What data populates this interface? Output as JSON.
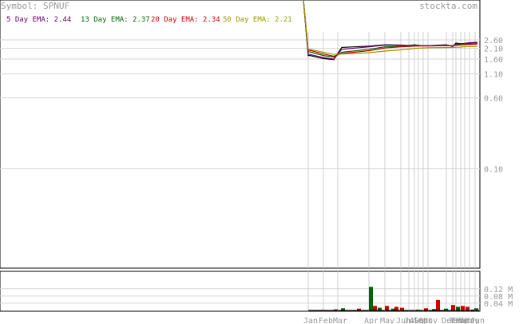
{
  "header": {
    "symbol_label": "Symbol: SPNUF",
    "site": "stockta.com"
  },
  "legend": [
    {
      "label": "5 Day EMA: 2.44",
      "color": "#660066"
    },
    {
      "label": "13 Day EMA: 2.37",
      "color": "#006600"
    },
    {
      "label": "20 Day EMA: 2.34",
      "color": "#cc0000"
    },
    {
      "label": "50 Day EMA: 2.21",
      "color": "#999900"
    }
  ],
  "chart_data": [
    {
      "type": "line",
      "title": "Symbol: SPNUF",
      "y_scale": "log",
      "y_ticks": [
        2.6,
        2.1,
        1.6,
        1.1,
        0.6,
        0.1
      ],
      "y_tick_labels": [
        "2.60",
        "2.10",
        "1.60",
        "1.10",
        "0.60",
        "0.10"
      ],
      "x_tick_labels": [
        "Jan",
        "Feb",
        "Mar",
        "Apr",
        "May",
        "Jun",
        "Jul",
        "Aug",
        "Sep",
        "Oct",
        "Nov",
        "Dec",
        "Jan",
        "Feb",
        "Mar",
        "Apr",
        "May",
        "Jun"
      ],
      "x": [
        "Jan",
        "Feb",
        "Mar",
        "Mar",
        "Apr",
        "May",
        "Jun",
        "Jul",
        "Aug",
        "Sep",
        "Oct",
        "Nov",
        "Dec",
        "Jan",
        "Feb",
        "Mar",
        "Apr",
        "May",
        "Jun"
      ],
      "series": [
        {
          "name": "Price",
          "color": "#000000",
          "values": [
            1.75,
            1.62,
            1.58,
            2.15,
            2.22,
            2.3,
            2.28,
            2.25,
            2.3,
            2.26,
            2.24,
            2.25,
            2.3,
            2.2,
            2.4,
            2.36,
            2.38,
            2.42,
            2.44
          ]
        },
        {
          "name": "5 Day EMA",
          "color": "#660066",
          "values": [
            1.8,
            1.66,
            1.6,
            2.05,
            2.18,
            2.28,
            2.27,
            2.26,
            2.28,
            2.26,
            2.25,
            2.25,
            2.28,
            2.23,
            2.34,
            2.35,
            2.37,
            2.4,
            2.44
          ]
        },
        {
          "name": "13 Day EMA",
          "color": "#006600",
          "values": [
            1.92,
            1.75,
            1.68,
            1.9,
            2.05,
            2.18,
            2.22,
            2.23,
            2.25,
            2.25,
            2.24,
            2.24,
            2.26,
            2.24,
            2.29,
            2.31,
            2.33,
            2.35,
            2.37
          ]
        },
        {
          "name": "20 Day EMA",
          "color": "#cc0000",
          "values": [
            2.0,
            1.82,
            1.72,
            1.84,
            1.98,
            2.12,
            2.18,
            2.2,
            2.22,
            2.23,
            2.23,
            2.23,
            2.25,
            2.24,
            2.27,
            2.29,
            2.31,
            2.32,
            2.34
          ]
        },
        {
          "name": "50 Day EMA",
          "color": "#999900",
          "values": [
            2.05,
            1.9,
            1.8,
            1.82,
            1.88,
            1.96,
            2.02,
            2.06,
            2.09,
            2.11,
            2.12,
            2.13,
            2.14,
            2.15,
            2.16,
            2.17,
            2.19,
            2.2,
            2.21
          ]
        }
      ]
    },
    {
      "type": "bar",
      "y_ticks": [
        0.12,
        0.08,
        0.04
      ],
      "y_tick_labels": [
        "0.12 M",
        "0.08 M",
        "0.04 M"
      ],
      "bars": [
        {
          "x": "Feb",
          "value": 0.003,
          "color": "#cc0000"
        },
        {
          "x": "Mar",
          "value": 0.006,
          "color": "#cc0000"
        },
        {
          "x": "Mar",
          "value": 0.012,
          "color": "#006600"
        },
        {
          "x": "Apr",
          "value": 0.01,
          "color": "#cc0000"
        },
        {
          "x": "Apr",
          "value": 0.13,
          "color": "#006600"
        },
        {
          "x": "Apr",
          "value": 0.025,
          "color": "#cc0000"
        },
        {
          "x": "Apr",
          "value": 0.015,
          "color": "#006600"
        },
        {
          "x": "May",
          "value": 0.025,
          "color": "#cc0000"
        },
        {
          "x": "May",
          "value": 0.01,
          "color": "#006600"
        },
        {
          "x": "Jun",
          "value": 0.02,
          "color": "#cc0000"
        },
        {
          "x": "Jun",
          "value": 0.015,
          "color": "#cc0000"
        },
        {
          "x": "Aug",
          "value": 0.004,
          "color": "#006600"
        },
        {
          "x": "Oct",
          "value": 0.012,
          "color": "#cc0000"
        },
        {
          "x": "Oct",
          "value": 0.008,
          "color": "#006600"
        },
        {
          "x": "Nov",
          "value": 0.058,
          "color": "#cc0000"
        },
        {
          "x": "Nov",
          "value": 0.01,
          "color": "#006600"
        },
        {
          "x": "Dec",
          "value": 0.03,
          "color": "#cc0000"
        },
        {
          "x": "Jan",
          "value": 0.02,
          "color": "#006600"
        },
        {
          "x": "Feb",
          "value": 0.025,
          "color": "#cc0000"
        },
        {
          "x": "Mar",
          "value": 0.02,
          "color": "#cc0000"
        },
        {
          "x": "Apr",
          "value": 0.005,
          "color": "#cc0000"
        },
        {
          "x": "Jun",
          "value": 0.012,
          "color": "#006600"
        }
      ]
    }
  ]
}
